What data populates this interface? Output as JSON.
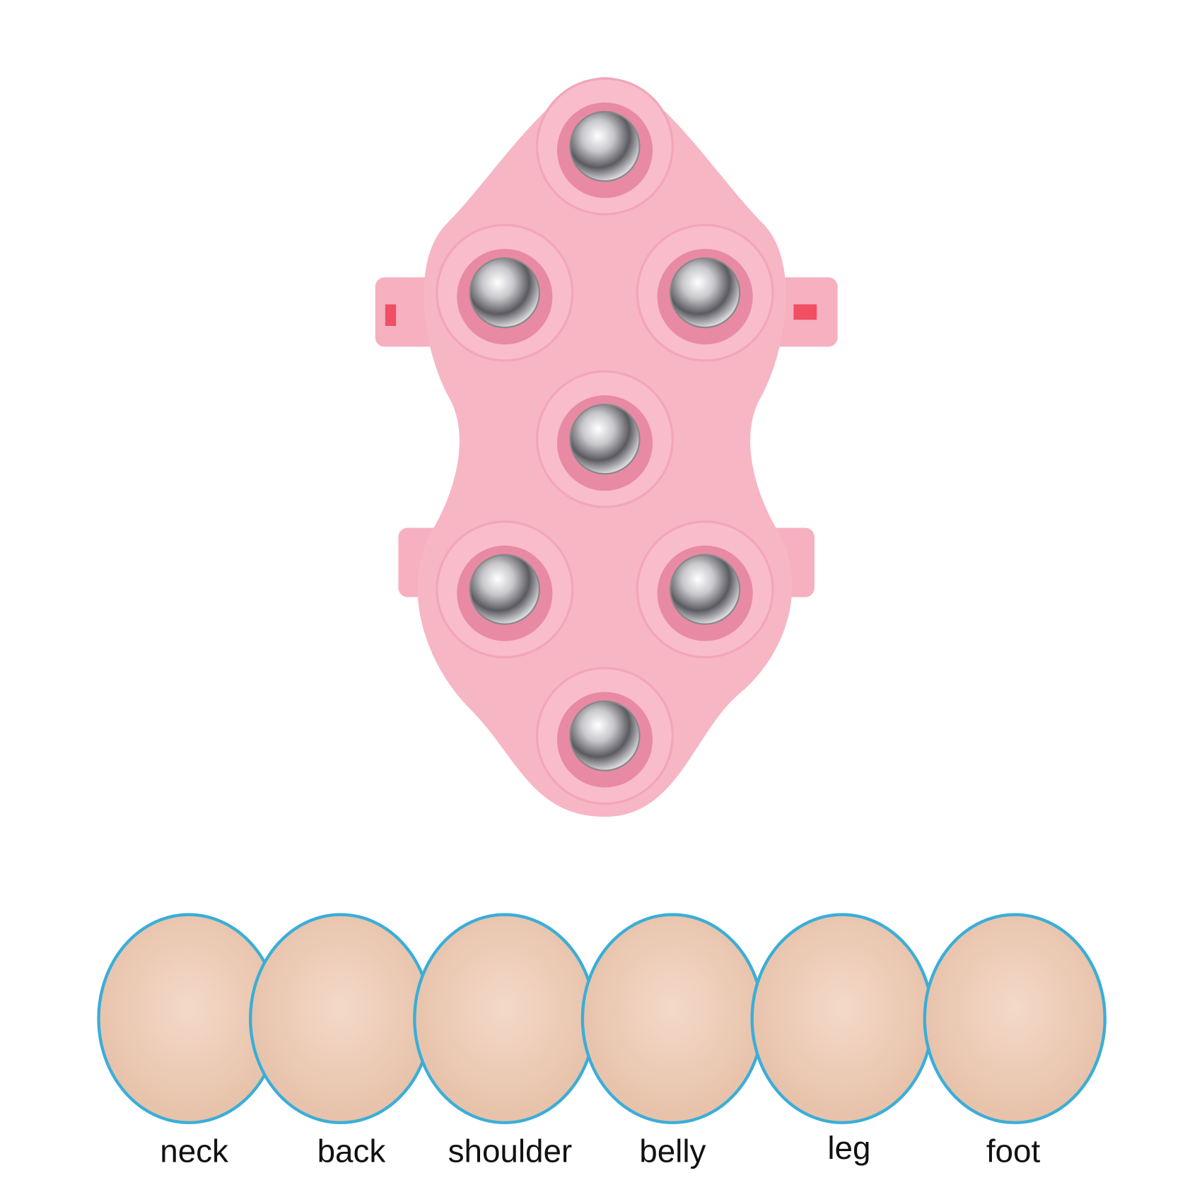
{
  "product": {
    "name": "pink-massage-glove-with-7-steel-roller-balls",
    "body_color": "#f7b6c4",
    "socket_color": "#e88aa3",
    "ball_count": 7
  },
  "usage_areas": {
    "ring_color": "#3aaed8",
    "items": [
      {
        "label": "neck"
      },
      {
        "label": "back"
      },
      {
        "label": "shoulder"
      },
      {
        "label": "belly"
      },
      {
        "label": "leg"
      },
      {
        "label": "foot"
      }
    ]
  }
}
